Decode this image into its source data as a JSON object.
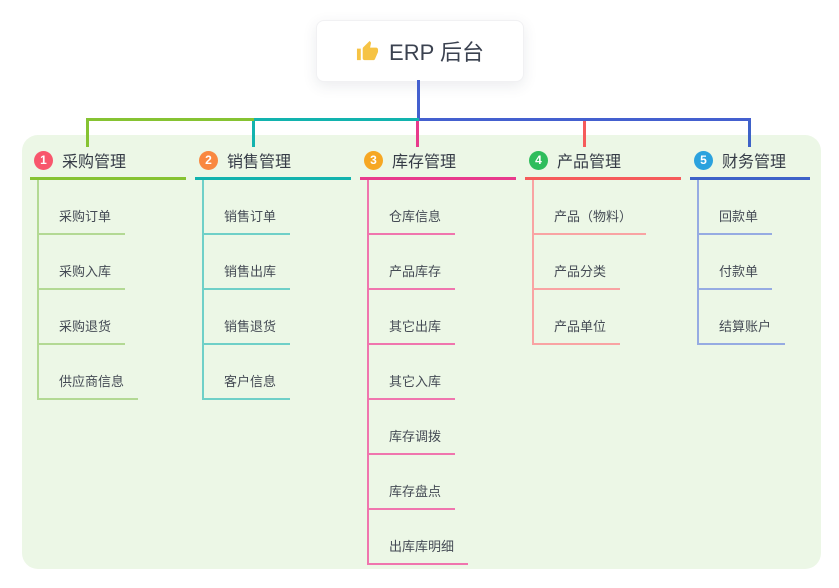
{
  "root": {
    "icon": "thumbs-up-icon",
    "label": "ERP 后台"
  },
  "colors": {
    "canvas_bg": "#ffffff",
    "panel_bg": "#ecf7e6",
    "stem_blue": "#4460cf",
    "root_text": "#3b4250",
    "item_text": "#454b55",
    "thumb_yellow": "#f6c344"
  },
  "branches": [
    {
      "num": "1",
      "label": "采购管理",
      "badge_color": "#f8566c",
      "line_color": "#86c332",
      "sub_line_color": "#b3d994",
      "items": [
        "采购订单",
        "采购入库",
        "采购退货",
        "供应商信息"
      ]
    },
    {
      "num": "2",
      "label": "销售管理",
      "badge_color": "#f9883f",
      "line_color": "#12b3ae",
      "sub_line_color": "#6fd0c8",
      "items": [
        "销售订单",
        "销售出库",
        "销售退货",
        "客户信息"
      ]
    },
    {
      "num": "3",
      "label": "库存管理",
      "badge_color": "#f6a723",
      "line_color": "#e83a8c",
      "sub_line_color": "#f075ae",
      "items": [
        "仓库信息",
        "产品库存",
        "其它出库",
        "其它入库",
        "库存调拨",
        "库存盘点",
        "出库库明细"
      ]
    },
    {
      "num": "4",
      "label": "产品管理",
      "badge_color": "#2fbd5c",
      "line_color": "#f65b5b",
      "sub_line_color": "#f9a3a3",
      "items": [
        "产品（物料）",
        "产品分类",
        "产品单位"
      ]
    },
    {
      "num": "5",
      "label": "财务管理",
      "badge_color": "#2ba2de",
      "line_color": "#3e62c8",
      "sub_line_color": "#96abe2",
      "items": [
        "回款单",
        "付款单",
        "结算账户"
      ]
    }
  ]
}
